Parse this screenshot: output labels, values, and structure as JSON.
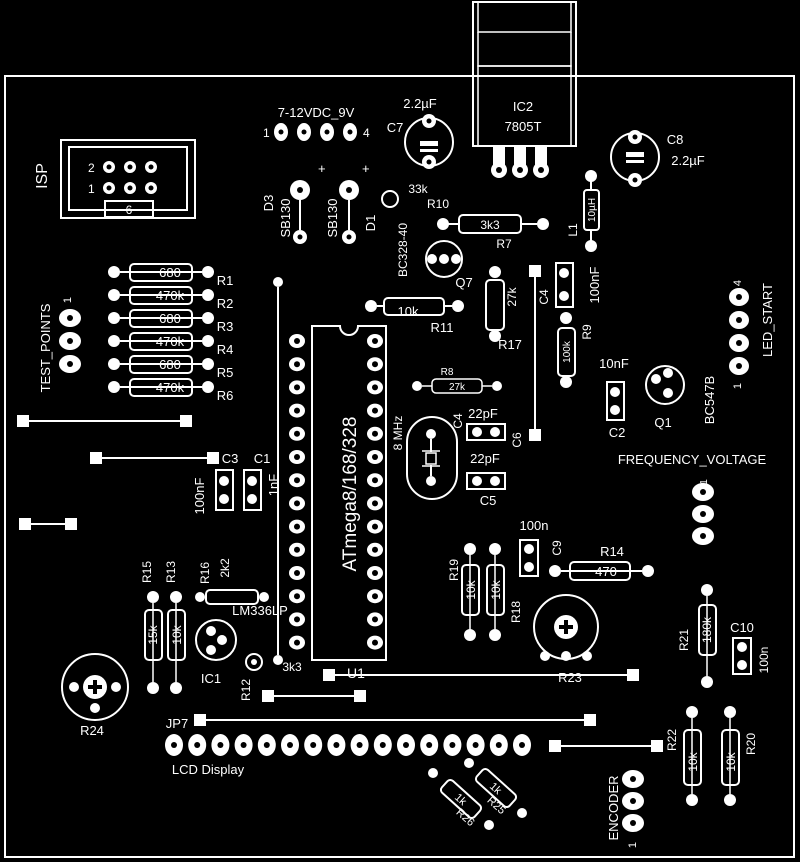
{
  "isp": {
    "title": "ISP",
    "pin2": "2",
    "pin1": "1",
    "key": "6"
  },
  "ic2": {
    "name": "IC2",
    "part": "7805T"
  },
  "c7": {
    "name": "C7",
    "value": "2.2µF"
  },
  "c8": {
    "name": "C8",
    "value": "2.2µF"
  },
  "power": {
    "label": "7-12VDC_9V",
    "pin1": "1",
    "pin4": "4"
  },
  "d3": {
    "name": "D3",
    "part": "SB130"
  },
  "d1": {
    "name": "D1",
    "part": "SB130"
  },
  "r10": {
    "name": "R10",
    "value": "33k"
  },
  "r7": {
    "name": "R7",
    "value": "3k3"
  },
  "l1": {
    "name": "L1",
    "value": "10µH"
  },
  "q7": {
    "name": "Q7",
    "part": "BC328-40"
  },
  "r11": {
    "name": "R11",
    "value": "10k"
  },
  "r17": {
    "name": "R17",
    "value": "27k"
  },
  "c4": {
    "name": "C4",
    "value": "100nF"
  },
  "r9": {
    "name": "R9",
    "value": "100k"
  },
  "led_start": {
    "label": "LED_START",
    "pin1": "1",
    "pin4": "4"
  },
  "resistor_bank": [
    {
      "name": "R1",
      "value": "680"
    },
    {
      "name": "R2",
      "value": "470k"
    },
    {
      "name": "R3",
      "value": "680"
    },
    {
      "name": "R4",
      "value": "470k"
    },
    {
      "name": "R5",
      "value": "680"
    },
    {
      "name": "R6",
      "value": "470k"
    }
  ],
  "test_points": {
    "label": "TEST_POINTS",
    "pin1": "1"
  },
  "r8": {
    "name": "R8",
    "value": "27k"
  },
  "crystal": {
    "value": "8 MHz"
  },
  "c4b": {
    "name": "C4",
    "value": "22pF"
  },
  "c5": {
    "name": "C5",
    "value": "22pF"
  },
  "c6": {
    "name": "C6"
  },
  "c2": {
    "name": "C2",
    "value": "10nF"
  },
  "q1": {
    "name": "Q1",
    "part": "BC547B"
  },
  "freq_voltage": {
    "label": "FREQUENCY_VOLTAGE",
    "pin1": "1"
  },
  "c3": {
    "name": "C3",
    "value": "100nF"
  },
  "c1": {
    "name": "C1",
    "value": "1nF"
  },
  "u1": {
    "name": "U1",
    "part": "ATmega8/168/328"
  },
  "c9": {
    "name": "C9",
    "value": "100n"
  },
  "r19": {
    "name": "R19",
    "value": "10k"
  },
  "r18": {
    "name": "R18",
    "value": "10k"
  },
  "r14": {
    "name": "R14",
    "value": "470"
  },
  "r15": {
    "name": "R15",
    "value": "15k"
  },
  "r13": {
    "name": "R13",
    "value": "10k"
  },
  "r16": {
    "name": "R16",
    "value": "2k2"
  },
  "ic1": {
    "name": "IC1",
    "part": "LM336LP"
  },
  "r12": {
    "name": "R12",
    "value": "3k3"
  },
  "r23": {
    "name": "R23"
  },
  "r21": {
    "name": "R21",
    "value": "180k"
  },
  "c10": {
    "name": "C10",
    "value": "100n"
  },
  "r24": {
    "name": "R24"
  },
  "jp7": {
    "name": "JP7",
    "label": "LCD Display"
  },
  "r22": {
    "name": "R22",
    "value": "10k"
  },
  "r20": {
    "name": "R20",
    "value": "10k"
  },
  "r26": {
    "name": "R26",
    "value": "1k"
  },
  "r25": {
    "name": "R25",
    "value": "1k"
  },
  "encoder": {
    "label": "ENCODER",
    "pin1": "1"
  },
  "colors": {
    "background": "#000000",
    "silkscreen": "#ffffff"
  }
}
